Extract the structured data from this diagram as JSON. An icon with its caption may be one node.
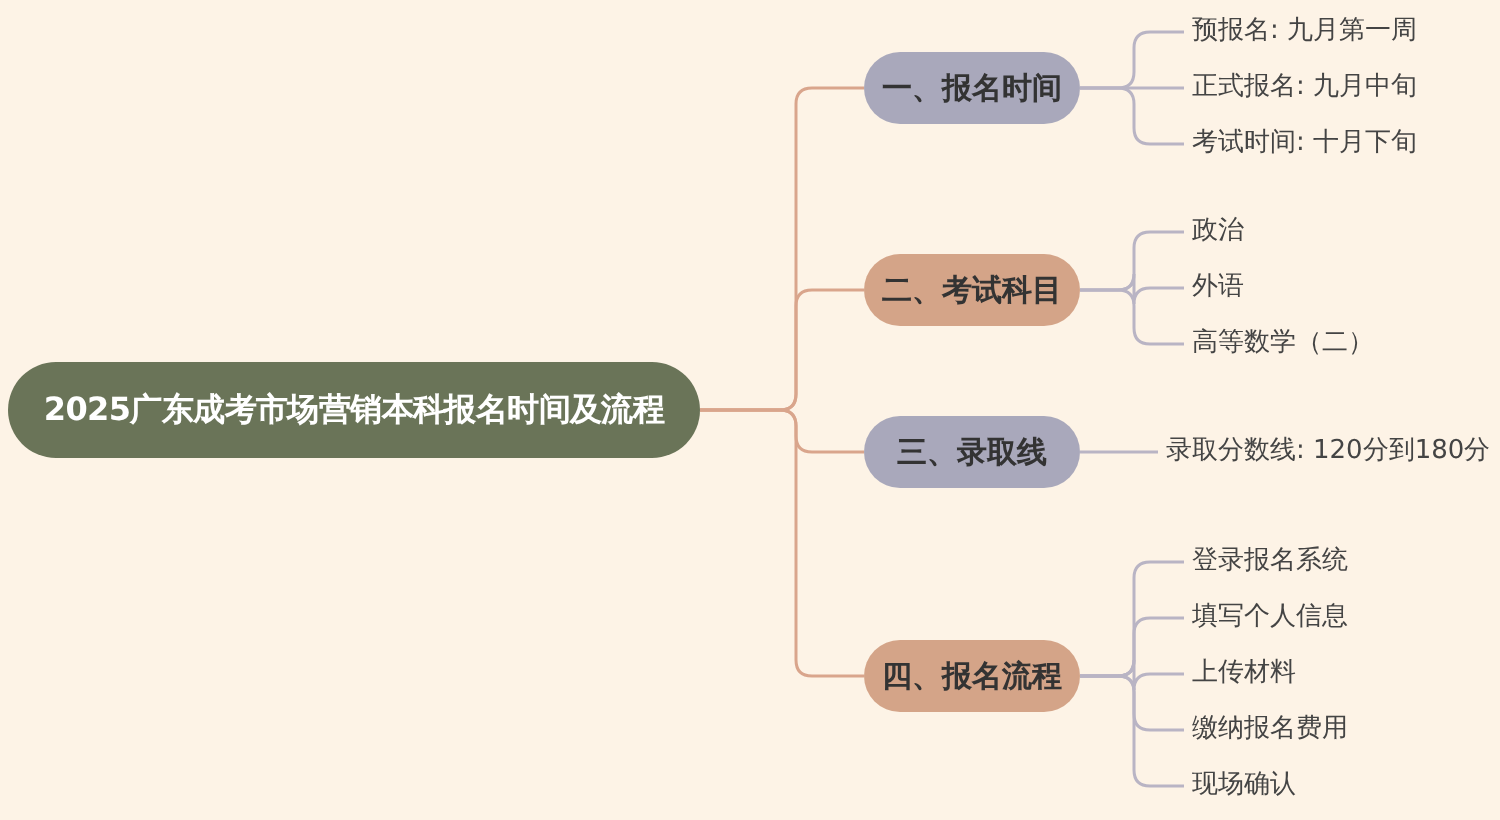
{
  "diagram": {
    "nodes": [
      {
        "text": [
          "2025广东成考市场营销本科报名时间及流程"
        ]
      },
      {
        "text": [
          "一、报名时间"
        ]
      },
      {
        "text": [
          "预报名: 九月第一周"
        ]
      },
      {
        "text": [
          "正式报名: 九月中旬"
        ]
      },
      {
        "text": [
          "考试时间: 十月下旬"
        ]
      },
      {
        "text": [
          "二、考试科目"
        ]
      },
      {
        "text": [
          "政治"
        ]
      },
      {
        "text": [
          "外语"
        ]
      },
      {
        "text": [
          "高等数学（二）"
        ]
      },
      {
        "text": [
          "三、录取线"
        ]
      },
      {
        "text": [
          "录取分数线: 120分到180分"
        ]
      },
      {
        "text": [
          "四、报名流程"
        ]
      },
      {
        "text": [
          "登录报名系统"
        ]
      },
      {
        "text": [
          "填写个人信息"
        ]
      },
      {
        "text": [
          "上传材料"
        ]
      },
      {
        "text": [
          "缴纳报名费用"
        ]
      },
      {
        "text": [
          "现场确认"
        ]
      }
    ],
    "edges": [
      {
        "from": 0,
        "to": 1,
        "arrow": "none"
      },
      {
        "from": 0,
        "to": 5,
        "arrow": "none"
      },
      {
        "from": 0,
        "to": 9,
        "arrow": "none"
      },
      {
        "from": 0,
        "to": 11,
        "arrow": "none"
      },
      {
        "from": 1,
        "to": 2,
        "arrow": "none"
      },
      {
        "from": 1,
        "to": 3,
        "arrow": "none"
      },
      {
        "from": 1,
        "to": 4,
        "arrow": "none"
      },
      {
        "from": 5,
        "to": 6,
        "arrow": "none"
      },
      {
        "from": 5,
        "to": 7,
        "arrow": "none"
      },
      {
        "from": 5,
        "to": 8,
        "arrow": "none"
      },
      {
        "from": 9,
        "to": 10,
        "arrow": "none"
      },
      {
        "from": 11,
        "to": 12,
        "arrow": "none"
      },
      {
        "from": 11,
        "to": 13,
        "arrow": "none"
      },
      {
        "from": 11,
        "to": 14,
        "arrow": "none"
      },
      {
        "from": 11,
        "to": 15,
        "arrow": "none"
      },
      {
        "from": 11,
        "to": 16,
        "arrow": "none"
      }
    ]
  }
}
